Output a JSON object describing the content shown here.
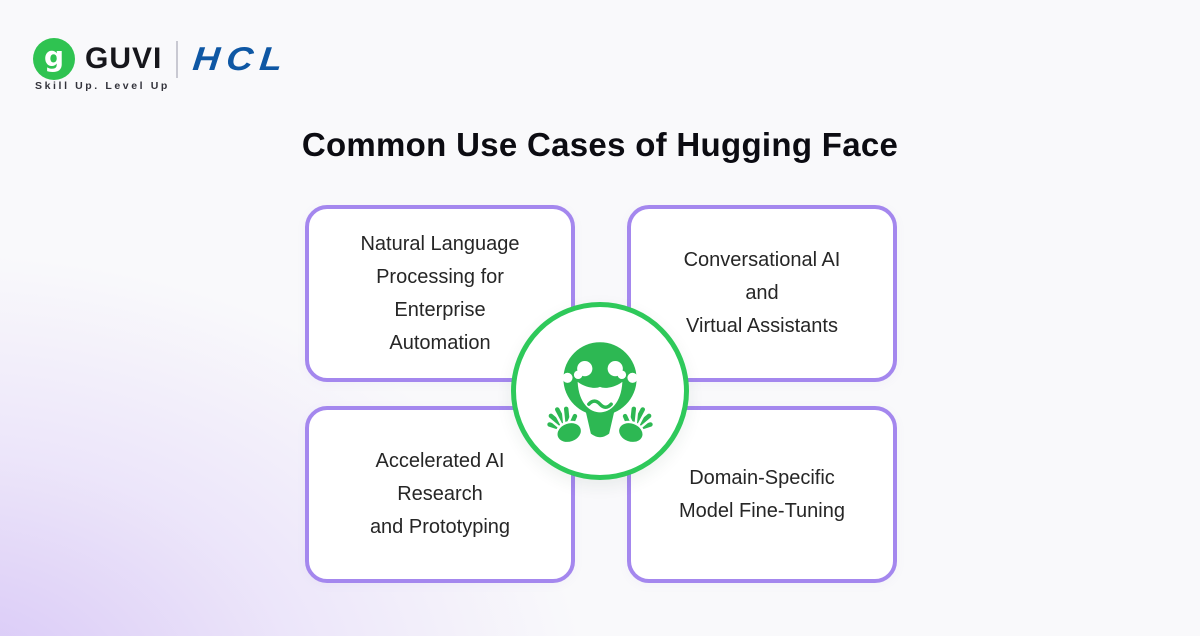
{
  "brand": {
    "guvi_label": "GUVI",
    "guvi_glyph": "g",
    "hcl_label": "HCL",
    "tagline": "Skill Up. Level Up",
    "colors": {
      "guvi_green": "#2fc351",
      "hcl_blue": "#0e57a4"
    }
  },
  "title": "Common Use Cases of Hugging Face",
  "cards": [
    {
      "id": "nlp",
      "lines": [
        "Natural Language",
        "Processing for",
        "Enterprise",
        "Automation"
      ]
    },
    {
      "id": "conversational-ai",
      "lines": [
        "Conversational AI",
        "and",
        "Virtual Assistants"
      ]
    },
    {
      "id": "accelerated-research",
      "lines": [
        "Accelerated AI",
        "Research",
        "and Prototyping"
      ]
    },
    {
      "id": "domain-finetuning",
      "lines": [
        "Domain-Specific",
        "Model Fine-Tuning"
      ]
    }
  ],
  "center_badge": {
    "icon": "hugging-face-logo",
    "face_color": "#2db853",
    "ring_color": "#2ec95a"
  },
  "theme": {
    "card_border": "#a487ee",
    "card_bg": "#ffffff",
    "page_bg": "#f9f9fb",
    "bg_tint": "#cbb4f5",
    "title_color": "#0c0c12",
    "text_color": "#262626"
  }
}
